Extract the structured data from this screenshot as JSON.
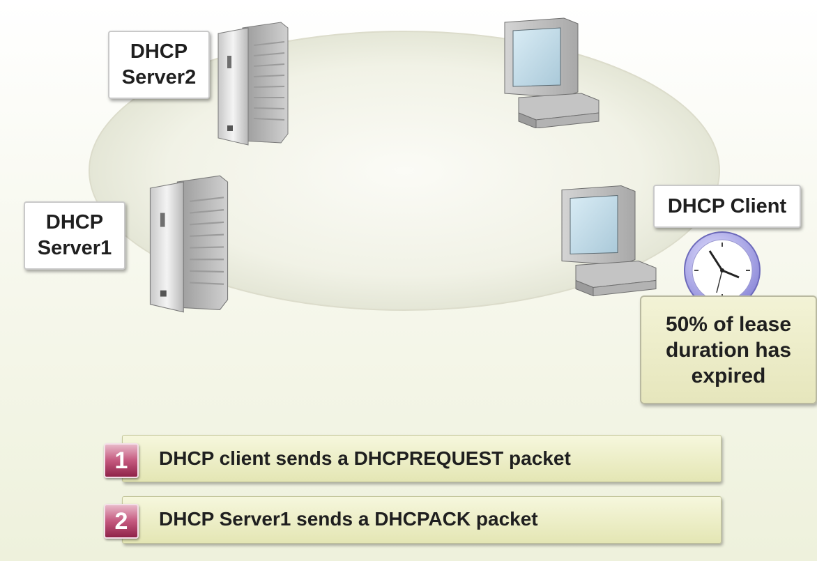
{
  "nodes": {
    "server2": {
      "line1": "DHCP",
      "line2": "Server2"
    },
    "server1": {
      "line1": "DHCP",
      "line2": "Server1"
    },
    "client": {
      "label": "DHCP Client"
    }
  },
  "note": {
    "line1": "50% of lease",
    "line2": "duration has",
    "line3": "expired"
  },
  "steps": [
    {
      "number": "1",
      "text": "DHCP client sends a DHCPREQUEST packet"
    },
    {
      "number": "2",
      "text": "DHCP Server1 sends a DHCPACK packet"
    }
  ],
  "colors": {
    "step_badge": "#b0416a",
    "note_fill": "#e9e9c4",
    "ellipse": "#eef0e0"
  },
  "icons": [
    "server-icon",
    "computer-icon",
    "clock-icon"
  ]
}
